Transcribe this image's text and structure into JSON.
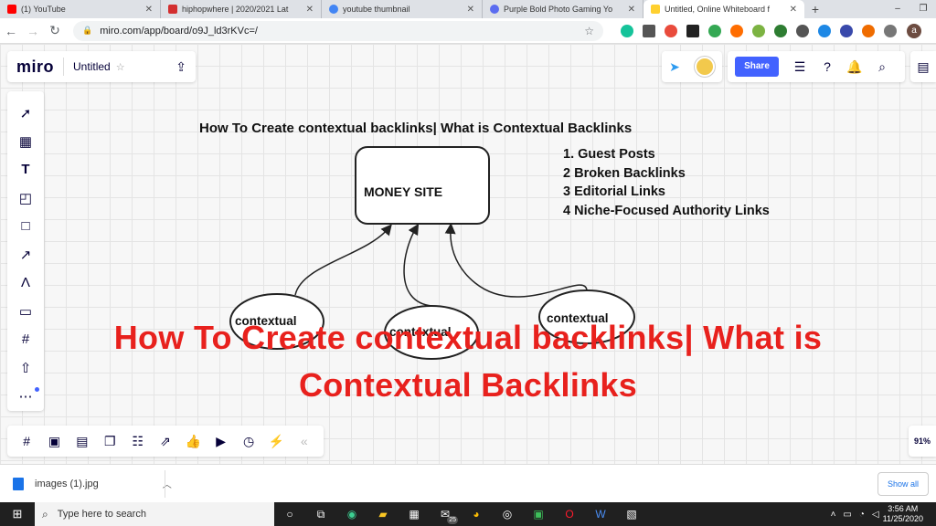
{
  "browser": {
    "tabs": [
      {
        "title": "(1) YouTube",
        "favicon_color": "#ff0000"
      },
      {
        "title": "hiphopwhere | 2020/2021 Lat",
        "favicon_color": "#d32f2f"
      },
      {
        "title": "youtube thumbnail",
        "favicon_color": "#4285f4"
      },
      {
        "title": "Purple Bold Photo Gaming Yo",
        "favicon_color": "#5b6cf0"
      },
      {
        "title": "Untitled, Online Whiteboard f",
        "favicon_color": "#ffd02f"
      }
    ],
    "tab_close": "✕",
    "new_tab": "+",
    "window_controls": {
      "minimize": "–",
      "restore": "❐"
    },
    "url": "miro.com/app/board/o9J_ld3rKVc=/"
  },
  "miro": {
    "logo": "miro",
    "board_name": "Untitled",
    "share_label": "Share",
    "zoom_level": "91%"
  },
  "board": {
    "diagram_title": "How To Create contextual backlinks| What is Contextual Backlinks",
    "money_site": "MONEY SITE",
    "list": [
      "1. Guest Posts",
      "2 Broken Backlinks",
      "3  Editorial Links",
      "4 Niche-Focused Authority Links"
    ],
    "ellipses": [
      "contextual",
      "contextual",
      "contextual"
    ],
    "overlay_line1": "How To Create contextual backlinks| What is",
    "overlay_line2": "Contextual Backlinks"
  },
  "downloads": {
    "file_name": "images (1).jpg",
    "show_all": "Show all"
  },
  "taskbar": {
    "search_placeholder": "Type here to search",
    "mail_badge": "25",
    "time": "3:56 AM",
    "date": "11/25/2020"
  }
}
